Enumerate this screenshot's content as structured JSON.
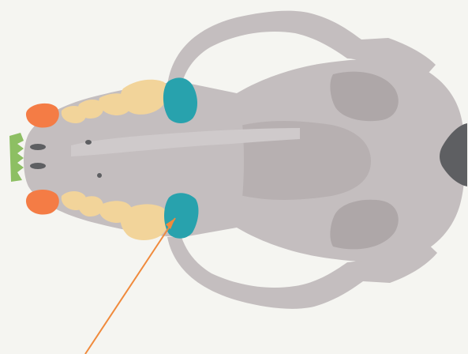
{
  "diagram": {
    "subject": "skull-top-view",
    "colors": {
      "background": "#f5f5f1",
      "skull": "#c4bebf",
      "skull_shade": "#b7b0b1",
      "skull_dark": "#aea7a8",
      "nasal": "#cfcacb",
      "incisors": "#8dbf63",
      "canines": "#f47c45",
      "premolars": "#f2d49a",
      "carnassials": "#28a2ad",
      "occipital": "#5e5f62",
      "arrow": "#f08a3c"
    },
    "highlighted_tooth_group": "carnassials",
    "arrow_points_to": "lower-carnassial"
  }
}
